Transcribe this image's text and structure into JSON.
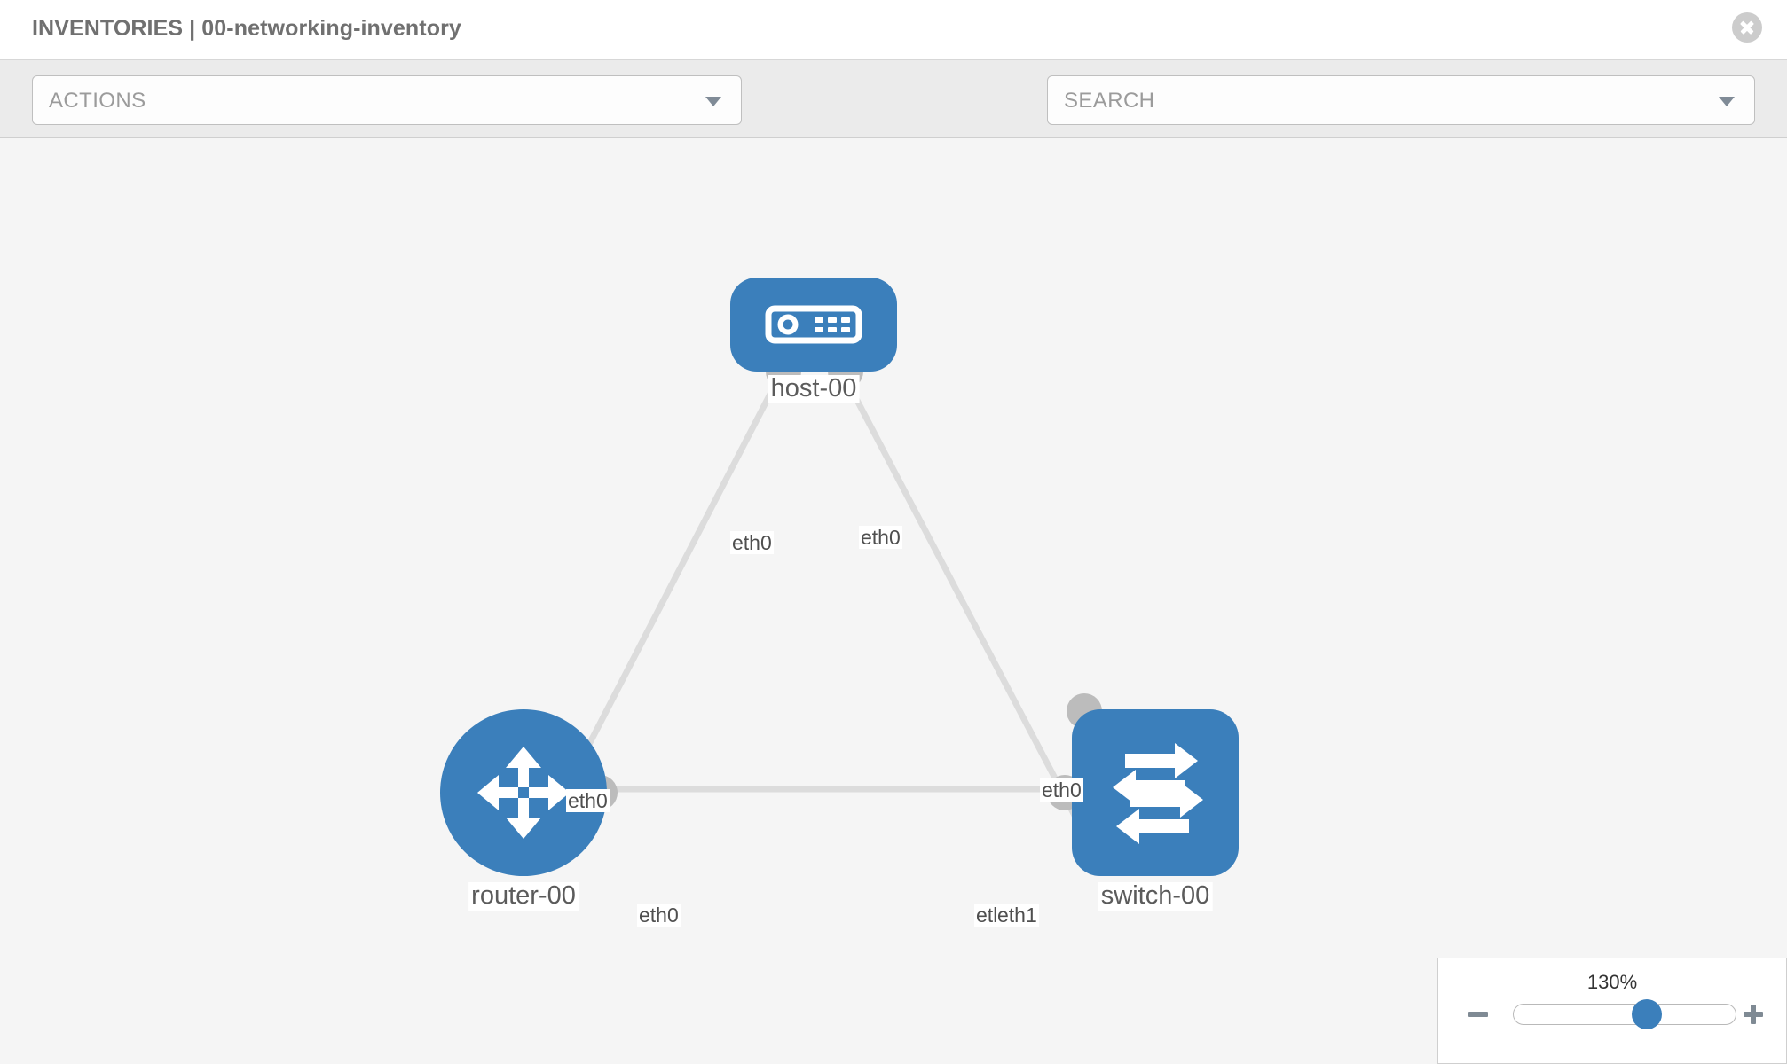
{
  "header": {
    "title": "INVENTORIES | 00-networking-inventory",
    "close_icon": "close-circle-icon"
  },
  "toolbar": {
    "actions_label": "ACTIONS",
    "actions_caret": "chevron-down-icon",
    "wrench_icon": "wrench-icon",
    "key_icon": "key-icon",
    "search_placeholder": "SEARCH",
    "search_value": "",
    "search_caret": "chevron-down-icon"
  },
  "topology": {
    "accent_color": "#3b7fbb",
    "port_color": "#bcbcbc",
    "link_color": "#dcdcdc",
    "canvas_bg": "#f5f5f5",
    "nodes": [
      {
        "id": "host-00",
        "label": "host-00",
        "icon": "server-icon",
        "shape": "rounded-rect"
      },
      {
        "id": "router-00",
        "label": "router-00",
        "icon": "router-icon",
        "shape": "circle"
      },
      {
        "id": "switch-00",
        "label": "switch-00",
        "icon": "switch-icon",
        "shape": "rounded-square"
      }
    ],
    "edge_labels": {
      "host_left": "eth0",
      "host_right": "eth0",
      "router_upper": "eth0",
      "switch_upper": "eth0",
      "router_right": "eth0",
      "switch_left_under": "eth0",
      "switch_left": "eth1"
    }
  },
  "zoom": {
    "value_label": "130%",
    "minus_icon": "minus-icon",
    "plus_icon": "plus-icon",
    "thumb_position_percent": 60
  }
}
